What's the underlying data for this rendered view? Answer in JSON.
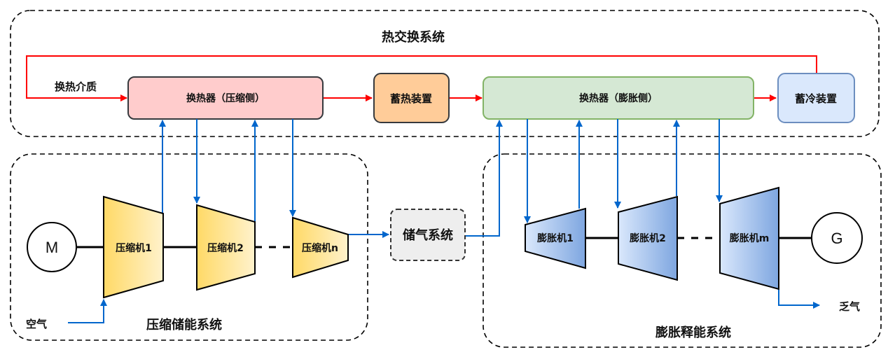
{
  "diagram": {
    "heat_exchange_system": {
      "title": "热交换系统",
      "medium_label": "换热介质",
      "hx_compression": "换热器（压缩侧）",
      "heat_storage": "蓄热装置",
      "hx_expansion": "换热器（膨胀侧）",
      "cold_storage": "蓄冷装置"
    },
    "compression_system": {
      "title": "压缩储能系统",
      "motor": "M",
      "air_inlet": "空气",
      "compressors": [
        "压缩机1",
        "压缩机2",
        "压缩机n"
      ]
    },
    "air_storage": {
      "label": "储气系统"
    },
    "expansion_system": {
      "title": "膨胀释能系统",
      "generator": "G",
      "exhaust": "乏气",
      "expanders": [
        "膨胀机1",
        "膨胀机2",
        "膨胀机m"
      ]
    },
    "colors": {
      "heat_flow": "#FF0000",
      "air_flow": "#0066CC",
      "hx_compression_fill": "#FFCCCC",
      "heat_storage_fill": "#FFCC99",
      "hx_expansion_fill": "#D5E8D4",
      "hx_expansion_border": "#82B366",
      "cold_storage_fill": "#DAE8FC",
      "cold_storage_border": "#6C8EBF",
      "compressor_fill_start": "#FFD966",
      "compressor_fill_end": "#FFF2CC",
      "expander_fill_start": "#DAE8FC",
      "expander_fill_end": "#7EA6E0",
      "air_storage_fill": "#EEEEEE"
    }
  }
}
